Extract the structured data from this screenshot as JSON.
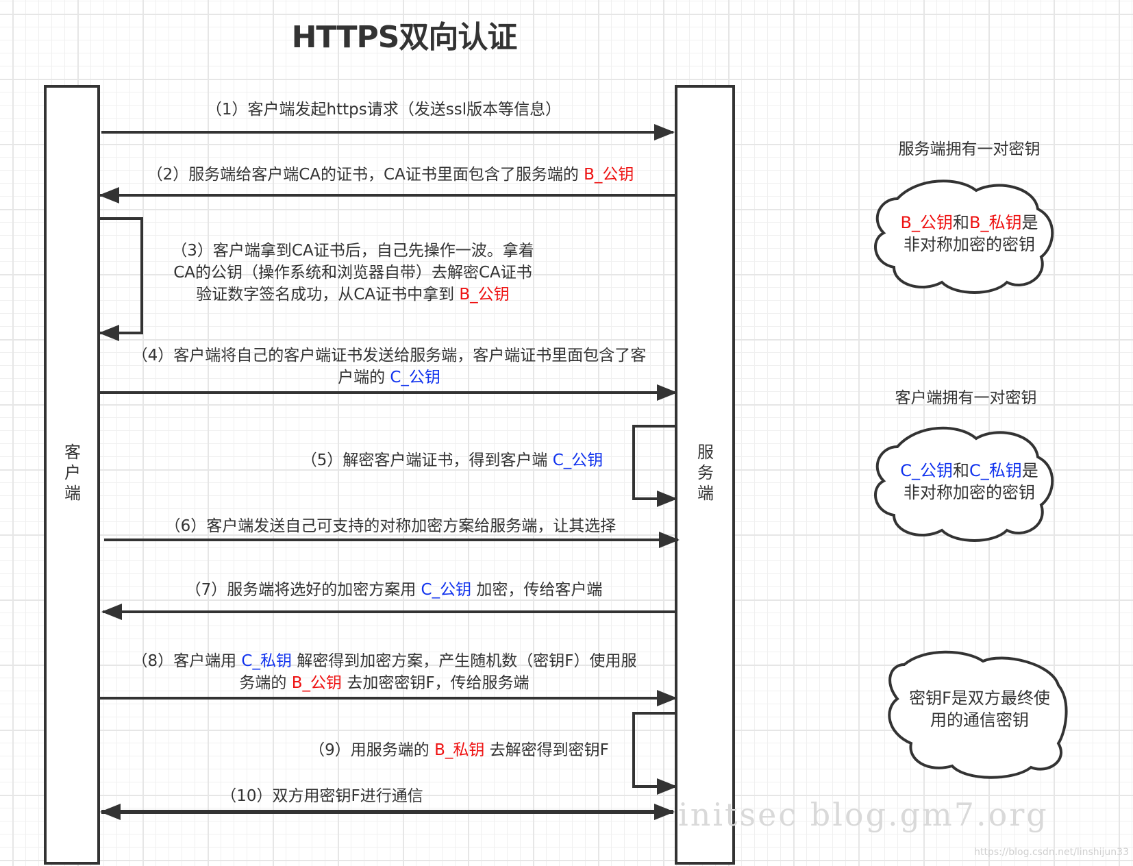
{
  "title": "HTTPS双向认证",
  "lifelines": {
    "client": [
      "客",
      "户",
      "端"
    ],
    "server": [
      "服",
      "务",
      "端"
    ]
  },
  "steps": [
    {
      "id": 1,
      "direction": "client-to-server",
      "parts": [
        {
          "t": "（1）客户端发起https请求（发送ssl版本等信息）"
        }
      ]
    },
    {
      "id": 2,
      "direction": "server-to-client",
      "parts": [
        {
          "t": "（2）服务端给客户端CA的证书，CA证书里面包含了服务端的 "
        },
        {
          "t": "B_公钥",
          "c": "red"
        }
      ]
    },
    {
      "id": 3,
      "direction": "client-self",
      "lines": [
        [
          {
            "t": "（3）客户端拿到CA证书后，自己先操作一波。拿着"
          }
        ],
        [
          {
            "t": "CA的公钥（操作系统和浏览器自带）去解密CA证书"
          }
        ],
        [
          {
            "t": "验证数字签名成功，从CA证书中拿到 "
          },
          {
            "t": "B_公钥",
            "c": "red"
          }
        ]
      ]
    },
    {
      "id": 4,
      "direction": "client-to-server",
      "lines": [
        [
          {
            "t": "（4）客户端将自己的客户端证书发送给服务端，客户端证书里面包含了客"
          }
        ],
        [
          {
            "t": "户端的 "
          },
          {
            "t": "C_公钥",
            "c": "blue"
          }
        ]
      ]
    },
    {
      "id": 5,
      "direction": "server-self",
      "parts": [
        {
          "t": "（5）解密客户端证书，得到客户端 "
        },
        {
          "t": "C_公钥",
          "c": "blue"
        }
      ]
    },
    {
      "id": 6,
      "direction": "client-to-server",
      "parts": [
        {
          "t": "（6）客户端发送自己可支持的对称加密方案给服务端，让其选择"
        }
      ]
    },
    {
      "id": 7,
      "direction": "server-to-client",
      "parts": [
        {
          "t": "（7）服务端将选好的加密方案用 "
        },
        {
          "t": "C_公钥",
          "c": "blue"
        },
        {
          "t": " 加密，传给客户端"
        }
      ]
    },
    {
      "id": 8,
      "direction": "client-to-server",
      "lines": [
        [
          {
            "t": "（8）客户端用 "
          },
          {
            "t": "C_私钥",
            "c": "blue"
          },
          {
            "t": " 解密得到加密方案，产生随机数（密钥F）使用服"
          }
        ],
        [
          {
            "t": "务端的 "
          },
          {
            "t": "B_公钥",
            "c": "red"
          },
          {
            "t": " 去加密密钥F，传给服务端"
          }
        ]
      ]
    },
    {
      "id": 9,
      "direction": "server-self",
      "parts": [
        {
          "t": "（9）用服务端的 "
        },
        {
          "t": "B_私钥",
          "c": "red"
        },
        {
          "t": " 去解密得到密钥F"
        }
      ]
    },
    {
      "id": 10,
      "direction": "bidirectional",
      "parts": [
        {
          "t": "（10）双方用密钥F进行通信"
        }
      ]
    }
  ],
  "notes": [
    {
      "heading": "服务端拥有一对密钥",
      "cloud": [
        [
          {
            "t": "B_公钥",
            "c": "red"
          },
          {
            "t": "和"
          },
          {
            "t": "B_私钥",
            "c": "red"
          },
          {
            "t": "是"
          }
        ],
        [
          {
            "t": "非对称加密的密钥"
          }
        ]
      ]
    },
    {
      "heading": "客户端拥有一对密钥",
      "cloud": [
        [
          {
            "t": "C_公钥",
            "c": "blue"
          },
          {
            "t": "和"
          },
          {
            "t": "C_私钥",
            "c": "blue"
          },
          {
            "t": "是"
          }
        ],
        [
          {
            "t": "非对称加密的密钥"
          }
        ]
      ]
    },
    {
      "heading": "",
      "cloud": [
        [
          {
            "t": "密钥F是双方最终使"
          }
        ],
        [
          {
            "t": "用的通信密钥"
          }
        ]
      ]
    }
  ],
  "colors": {
    "line": "#333333",
    "red": "#ee1111",
    "blue": "#1133ee"
  },
  "watermark": "initsec blog.gm7.org",
  "watermark_url": "https://blog.csdn.net/linshijun33"
}
